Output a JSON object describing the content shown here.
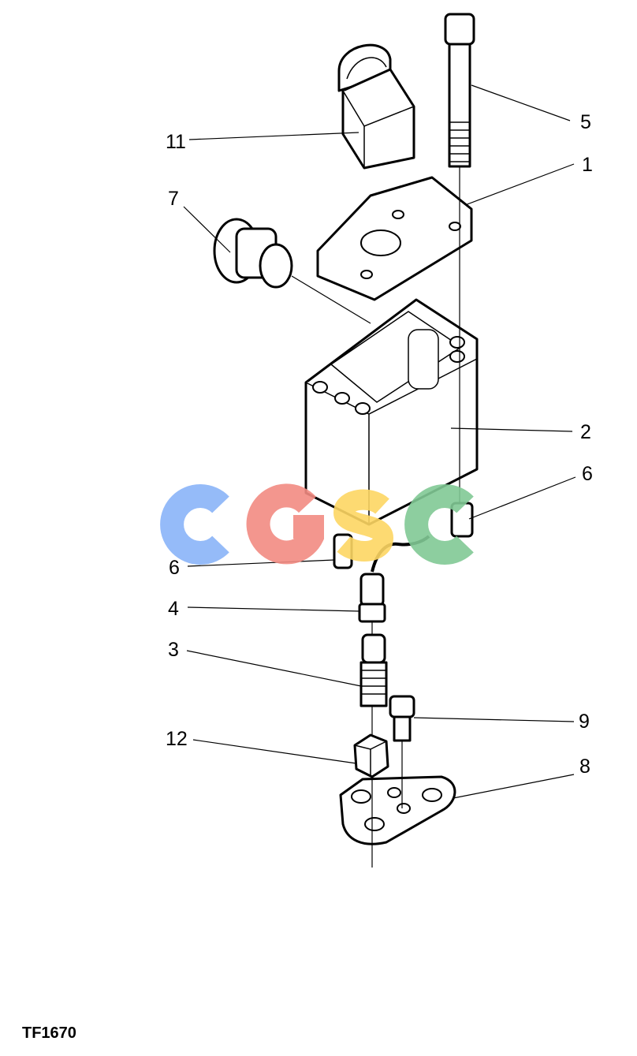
{
  "figure_code": "TF1670",
  "watermark": {
    "letters": [
      "C",
      "G",
      "S",
      "C"
    ],
    "colors": [
      "#8ab4f8",
      "#f28b82",
      "#fdd663",
      "#81c995"
    ]
  },
  "callouts": [
    {
      "id": "c11",
      "text": "11"
    },
    {
      "id": "c5",
      "text": "5"
    },
    {
      "id": "c1",
      "text": "1"
    },
    {
      "id": "c7",
      "text": "7"
    },
    {
      "id": "c2",
      "text": "2"
    },
    {
      "id": "c6a",
      "text": "6"
    },
    {
      "id": "c6b",
      "text": "6"
    },
    {
      "id": "c4",
      "text": "4"
    },
    {
      "id": "c3",
      "text": "3"
    },
    {
      "id": "c9",
      "text": "9"
    },
    {
      "id": "c12",
      "text": "12"
    },
    {
      "id": "c8",
      "text": "8"
    }
  ]
}
